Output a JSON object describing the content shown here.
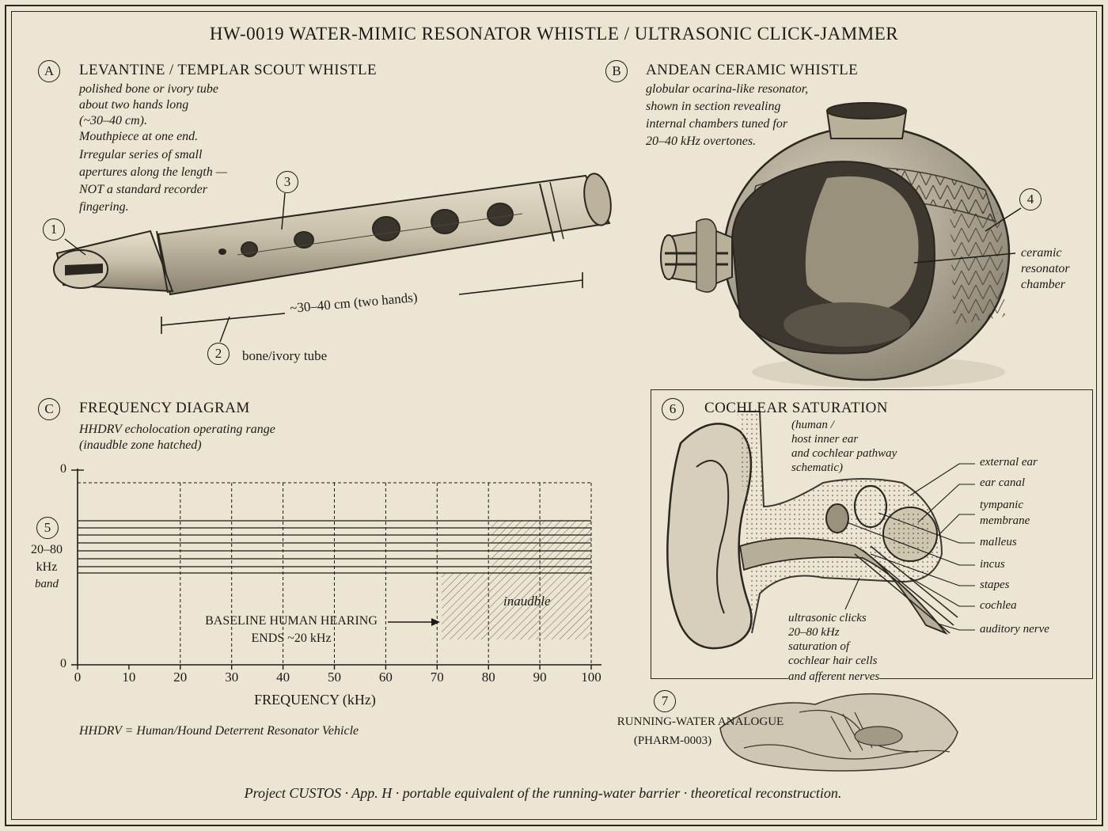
{
  "title": "HW-0019  WATER-MIMIC RESONATOR WHISTLE  /  ULTRASONIC CLICK-JAMMER",
  "panel_a": {
    "marker": "A",
    "heading": "LEVANTINE / TEMPLAR SCOUT WHISTLE",
    "description": [
      "polished bone or ivory tube",
      "about two hands long",
      "(~30–40 cm).",
      "Mouthpiece at one end.",
      "Irregular series of small",
      "apertures along the length —",
      "NOT a standard recorder",
      "fingering."
    ],
    "callout_1": "1",
    "callout_2": "2",
    "callout_3": "3",
    "dimension_label": "~30–40 cm (two hands)",
    "tube_label": "bone/ivory tube"
  },
  "panel_b": {
    "marker": "B",
    "heading": "ANDEAN CERAMIC WHISTLE",
    "description": [
      "globular ocarina-like resonator,",
      "shown in section revealing",
      "internal chambers tuned for",
      "20–40 kHz overtones."
    ],
    "callout_4": "4",
    "chamber_label": [
      "ceramic",
      "resonator",
      "chamber"
    ]
  },
  "panel_c": {
    "marker": "C",
    "heading": "FREQUENCY DIAGRAM",
    "description": [
      "HHDRV echolocation operating range",
      "(inaudble zone hatched)"
    ],
    "callout_5": "5",
    "band_label": [
      "20–80",
      "kHz",
      "band"
    ],
    "baseline_label": [
      "BASELINE HUMAN HEARING",
      "ENDS ~20 kHz"
    ],
    "inaudible_label": "inaudble",
    "footnote": "HHDRV = Human/Hound Deterrent Resonator Vehicle"
  },
  "chart_data": {
    "type": "bar",
    "xlabel": "FREQUENCY (kHz)",
    "x_ticks": [
      "0",
      "10",
      "20",
      "30",
      "40",
      "50",
      "60",
      "70",
      "80",
      "90",
      "100"
    ],
    "y_ticks": [
      "0",
      "0"
    ],
    "xlim": [
      0,
      100
    ],
    "band_khz": [
      20,
      80
    ],
    "hatched_inaudible_khz": [
      70,
      100
    ],
    "human_hearing_limit_khz": 20,
    "gridlines_khz": [
      20,
      30,
      40,
      50,
      60,
      70,
      80,
      90,
      100
    ]
  },
  "panel_6": {
    "callout": "6",
    "heading": "COCHLEAR SATURATION",
    "description": [
      "(human /",
      "host inner ear",
      "and cochlear pathway",
      "schematic)"
    ],
    "labels": [
      "external ear",
      "ear canal",
      "tympanic",
      "membrane",
      "malleus",
      "incus",
      "stapes",
      "cochlea",
      "auditory nerve"
    ],
    "click_note": [
      "ultrasonic clicks",
      "20–80 kHz",
      "saturation of",
      "cochlear hair cells",
      "and afferent nerves"
    ]
  },
  "panel_7": {
    "callout": "7",
    "label": [
      "RUNNING-WATER ANALOGUE",
      "(PHARM-0003)"
    ]
  },
  "footer": "Project CUSTOS · App. H · portable equivalent of the running-water barrier · theoretical reconstruction."
}
